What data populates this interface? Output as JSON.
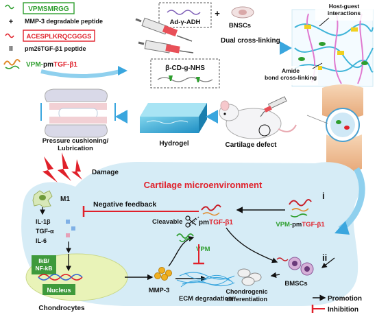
{
  "peptides": {
    "vpm_seq": "VPMSMRGG",
    "plus_sign": "+",
    "mmp_desc": "MMP-3 degradable peptide",
    "equals_sign": "II",
    "tgf_seq": "ACESPLKRQCGGGS",
    "pm26_desc": "pm26TGF-β1 peptide",
    "conj_vpm": "VPM-",
    "conj_pm": "pm",
    "conj_tgf": "TGF-β1"
  },
  "synthesis": {
    "ad_adh": "Ad-γ-ADH",
    "plus": "+",
    "bmscs": "BNSCs",
    "bcd": "β-CD-g-NHS",
    "dual": "Dual cross-linking"
  },
  "network": {
    "host_guest": "Host-guest interactions",
    "amide": "Amide bond cross-linking"
  },
  "stages": {
    "pressure": "Pressure cushioning/ Lubrication",
    "hydrogel": "Hydrogel",
    "defect": "Cartilage defect"
  },
  "micro": {
    "title": "Cartilage microenvironment",
    "damage": "Damage",
    "m1": "M1",
    "il1b": "IL-1β",
    "tgfa": "TGF-α",
    "il6": "IL-6",
    "neg_fb": "Negative feedback",
    "ikb": "IkB/ NF-kB",
    "nucleus": "Nucleus",
    "chondrocytes": "Chondrocytes",
    "mmp3": "MMP-3",
    "cleavable": "Cleavable",
    "pm_tgf_pm": "pm",
    "pm_tgf_tgf": "TGF-β1",
    "vpm": "VPM",
    "ecm": "ECM degradation",
    "i": "i",
    "vpm_pm_vpm": "VPM-",
    "vpm_pm_pm": "pm",
    "vpm_pm_tgf": "TGF-β1",
    "ii": "ii",
    "bmscs": "BMSCs",
    "chondro": "Chondrogenic differentiation"
  },
  "legend": {
    "promotion": "Promotion",
    "inhibition": "Inhibition"
  },
  "colors": {
    "green": "#2e9e2e",
    "red": "#e0202a",
    "blob": "#d6ecf6",
    "arrow_blue": "#3aa6de"
  }
}
